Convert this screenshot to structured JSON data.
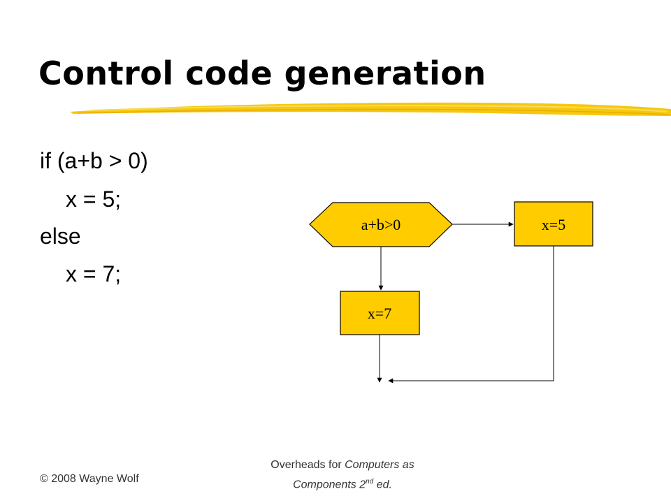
{
  "slide": {
    "title": "Control code generation",
    "code": {
      "line1": "if (a+b > 0)",
      "line2": "x = 5;",
      "line3": "else",
      "line4": "x = 7;"
    }
  },
  "diagram": {
    "condition_label": "a+b>0",
    "then_label": "x=5",
    "else_label": "x=7",
    "fill_color": "#FFCC00",
    "stroke_color": "#000000"
  },
  "footer": {
    "copyright": "© 2008 Wayne Wolf",
    "prefix": "Overheads for ",
    "book_italic_1": "Computers as",
    "book_italic_2": "Components 2",
    "superscript": "nd",
    "suffix": " ed."
  }
}
